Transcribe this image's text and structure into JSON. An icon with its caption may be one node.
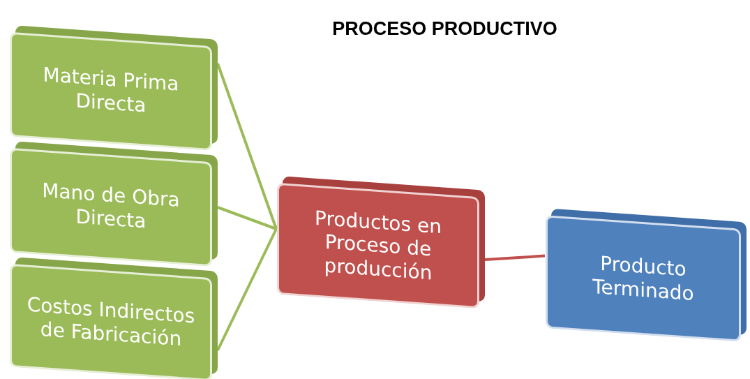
{
  "diagram": {
    "title": "PROCESO PRODUCTIVO",
    "nodes": [
      {
        "text": [
          "Materia Prima Directa"
        ]
      },
      {
        "text": [
          "Mano de Obra Directa"
        ]
      },
      {
        "text": [
          "Costos Indirectos de Fabricación"
        ]
      },
      {
        "text": [
          "Productos en Proceso de producción"
        ]
      },
      {
        "text": [
          "Producto Terminado"
        ]
      }
    ],
    "edges": [
      {
        "from": 0,
        "to": 3,
        "arrow": "none"
      },
      {
        "from": 1,
        "to": 3,
        "arrow": "none"
      },
      {
        "from": 2,
        "to": 3,
        "arrow": "none"
      },
      {
        "from": 3,
        "to": 4,
        "arrow": "none",
        "color": "#c0504d"
      }
    ]
  }
}
